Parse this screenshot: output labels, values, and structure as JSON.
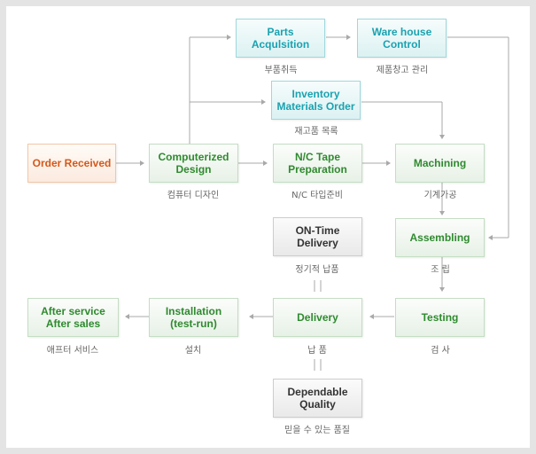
{
  "nodes": {
    "parts_acquisition": {
      "label": "Parts\nAcqulsition",
      "sub": "부품취득"
    },
    "warehouse_control": {
      "label": "Ware house\nControl",
      "sub": "제품창고 관리"
    },
    "inventory_order": {
      "label": "Inventory\nMaterials Order",
      "sub": "재고품 목록"
    },
    "order_received": {
      "label": "Order Received",
      "sub": ""
    },
    "computerized_design": {
      "label": "Computerized\nDesign",
      "sub": "컴퓨터 디자인"
    },
    "nc_tape": {
      "label": "N/C Tape\nPreparation",
      "sub": "N/C 타입준비"
    },
    "machining": {
      "label": "Machining",
      "sub": "기계가공"
    },
    "ontime_delivery": {
      "label": "ON-Time\nDelivery",
      "sub": "정기적 납품"
    },
    "assembling": {
      "label": "Assembling",
      "sub": "조 립"
    },
    "after_service": {
      "label": "After service\nAfter sales",
      "sub": "애프터 서비스"
    },
    "installation": {
      "label": "Installation\n(test-run)",
      "sub": "설치"
    },
    "delivery": {
      "label": "Delivery",
      "sub": "납 품"
    },
    "testing": {
      "label": "Testing",
      "sub": "검 사"
    },
    "dependable_quality": {
      "label": "Dependable\nQuality",
      "sub": "믿을 수 있는 품질"
    }
  },
  "colors": {
    "teal": "#1aa2b0",
    "green": "#2f8a2f",
    "orange": "#d4581a",
    "gray": "#333333",
    "line": "#a9a9a9"
  }
}
